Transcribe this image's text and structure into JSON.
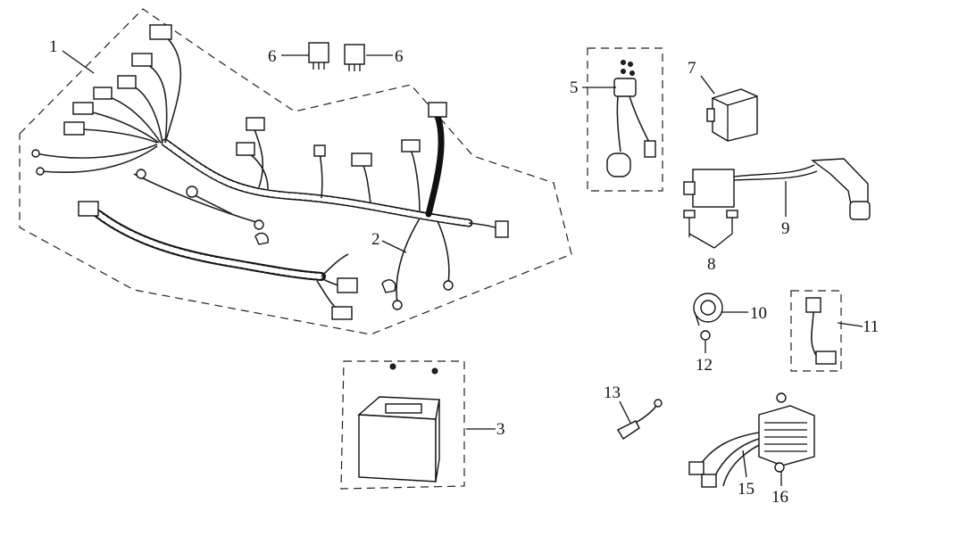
{
  "callouts": {
    "c1": "1",
    "c2": "2",
    "c3": "3",
    "c5": "5",
    "c6a": "6",
    "c6b": "6",
    "c7": "7",
    "c8": "8",
    "c9": "9",
    "c10": "10",
    "c11": "11",
    "c12": "12",
    "c13": "13",
    "c15": "15",
    "c16": "16"
  },
  "parts": [
    {
      "ref": "1",
      "icon": "wiring-harness-icon"
    },
    {
      "ref": "2",
      "icon": "cable-strap-icon"
    },
    {
      "ref": "3",
      "icon": "battery-icon"
    },
    {
      "ref": "5",
      "icon": "starter-relay-icon"
    },
    {
      "ref": "6",
      "icon": "relay-icon"
    },
    {
      "ref": "7",
      "icon": "flasher-relay-icon"
    },
    {
      "ref": "8",
      "icon": "bolt-icon"
    },
    {
      "ref": "9",
      "icon": "ignition-coil-icon"
    },
    {
      "ref": "10",
      "icon": "horn-icon"
    },
    {
      "ref": "11",
      "icon": "sensor-wire-icon"
    },
    {
      "ref": "12",
      "icon": "nut-icon"
    },
    {
      "ref": "13",
      "icon": "switch-icon"
    },
    {
      "ref": "15",
      "icon": "regulator-rectifier-icon"
    },
    {
      "ref": "16",
      "icon": "screw-icon"
    }
  ],
  "colors": {
    "ink": "#111111",
    "background": "#ffffff"
  }
}
